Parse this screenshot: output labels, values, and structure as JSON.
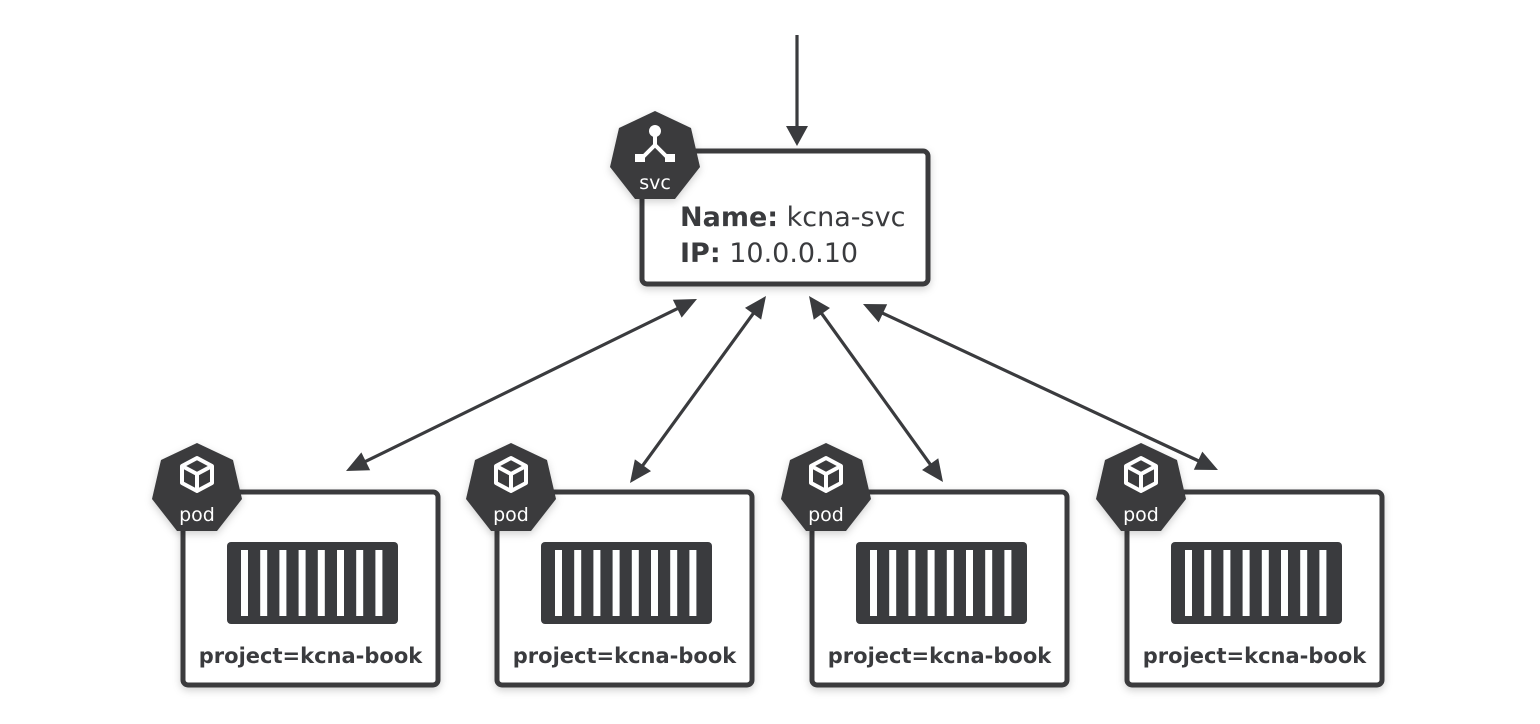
{
  "service": {
    "badge_label": "svc",
    "badge_icon": "service-icon",
    "name_key": "Name:",
    "name_value": "kcna-svc",
    "ip_key": "IP:",
    "ip_value": "10.0.0.10"
  },
  "pods": [
    {
      "badge_label": "pod",
      "badge_icon": "cube-icon",
      "container_icon": "container-icon",
      "label": "project=kcna-book"
    },
    {
      "badge_label": "pod",
      "badge_icon": "cube-icon",
      "container_icon": "container-icon",
      "label": "project=kcna-book"
    },
    {
      "badge_label": "pod",
      "badge_icon": "cube-icon",
      "container_icon": "container-icon",
      "label": "project=kcna-book"
    },
    {
      "badge_label": "pod",
      "badge_icon": "cube-icon",
      "container_icon": "container-icon",
      "label": "project=kcna-book"
    }
  ],
  "connections": {
    "incoming": "external traffic to service",
    "service_to_pods": "bidirectional"
  },
  "colors": {
    "ink": "#3a3b3e",
    "background": "#ffffff"
  }
}
